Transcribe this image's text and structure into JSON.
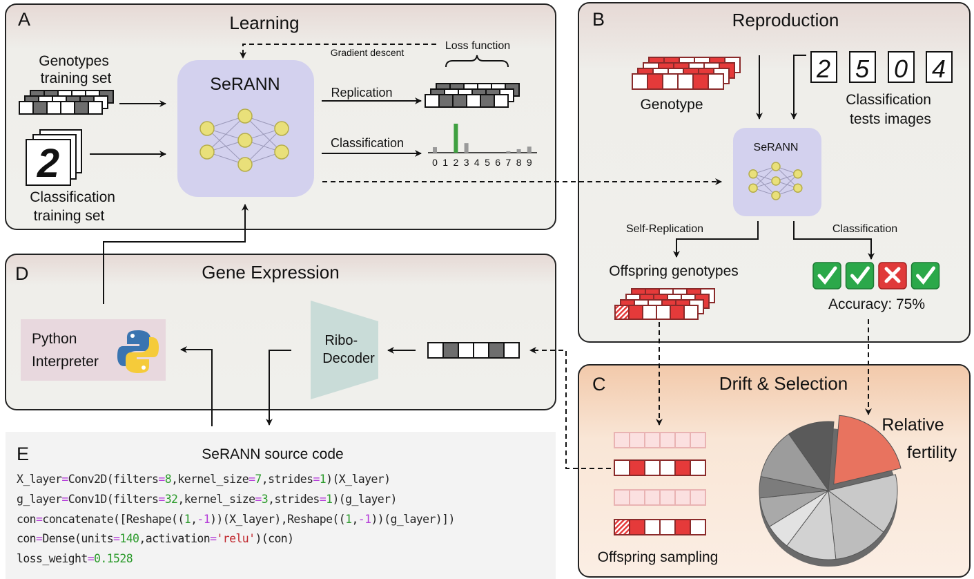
{
  "panels": {
    "A": {
      "letter": "A",
      "title": "Learning",
      "genotypes_label": [
        "Genotypes",
        "training set"
      ],
      "classification_label": [
        "Classification",
        "training set"
      ],
      "digit": "2",
      "network_title": "SeRANN",
      "gradient_descent": "Gradient descent",
      "loss_function": "Loss function",
      "replication": "Replication",
      "classification": "Classification",
      "class_digits": [
        "0",
        "1",
        "2",
        "3",
        "4",
        "5",
        "6",
        "7",
        "8",
        "9"
      ],
      "class_scores": [
        0.19,
        0,
        1.0,
        0.33,
        0,
        0,
        0,
        0.05,
        0.12,
        0.21
      ],
      "predicted_class": "2"
    },
    "B": {
      "letter": "B",
      "title": "Reproduction",
      "genotype_label": "Genotype",
      "test_digits": [
        "2",
        "5",
        "0",
        "4"
      ],
      "tests_label": [
        "Classification",
        "tests images"
      ],
      "network_title": "SeRANN",
      "self_replication": "Self-Replication",
      "classification": "Classification",
      "offspring_label": "Offspring genotypes",
      "results": [
        "correct",
        "correct",
        "wrong",
        "correct"
      ],
      "accuracy": "Accuracy: 75%"
    },
    "C": {
      "letter": "C",
      "title": "Drift & Selection",
      "sampling_label": "Offspring sampling",
      "fertility_label": [
        "Relative",
        "fertility"
      ]
    },
    "D": {
      "letter": "D",
      "title": "Gene Expression",
      "interpreter_label": [
        "Python",
        "Interpreter"
      ],
      "decoder_label": [
        "Ribo-",
        "Decoder"
      ]
    },
    "E": {
      "letter": "E",
      "title": "SeRANN source code",
      "code_lines": [
        [
          [
            "X_layer",
            "plain"
          ],
          [
            "=",
            "op"
          ],
          [
            "Conv2D(filters",
            "plain"
          ],
          [
            "=",
            "op"
          ],
          [
            "8",
            "num"
          ],
          [
            ",kernel_size",
            "plain"
          ],
          [
            "=",
            "op"
          ],
          [
            "7",
            "num"
          ],
          [
            ",strides",
            "plain"
          ],
          [
            "=",
            "op"
          ],
          [
            "1",
            "num"
          ],
          [
            ")(X_layer)",
            "plain"
          ]
        ],
        [
          [
            "g_layer",
            "plain"
          ],
          [
            "=",
            "op"
          ],
          [
            "Conv1D(filters",
            "plain"
          ],
          [
            "=",
            "op"
          ],
          [
            "32",
            "num"
          ],
          [
            ",kernel_size",
            "plain"
          ],
          [
            "=",
            "op"
          ],
          [
            "3",
            "num"
          ],
          [
            ",strides",
            "plain"
          ],
          [
            "=",
            "op"
          ],
          [
            "1",
            "num"
          ],
          [
            ")(g_layer)",
            "plain"
          ]
        ],
        [
          [
            "con",
            "plain"
          ],
          [
            "=",
            "op"
          ],
          [
            "concatenate([Reshape((",
            "plain"
          ],
          [
            "1",
            "num"
          ],
          [
            ",",
            "plain"
          ],
          [
            "-1",
            "op"
          ],
          [
            "))(X_layer),Reshape((",
            "plain"
          ],
          [
            "1",
            "num"
          ],
          [
            ",",
            "plain"
          ],
          [
            "-1",
            "op"
          ],
          [
            "))(g_layer)])",
            "plain"
          ]
        ],
        [
          [
            "con",
            "plain"
          ],
          [
            "=",
            "op"
          ],
          [
            "Dense(units",
            "plain"
          ],
          [
            "=",
            "op"
          ],
          [
            "140",
            "num"
          ],
          [
            ",activation",
            "plain"
          ],
          [
            "=",
            "op"
          ],
          [
            "'relu'",
            "str"
          ],
          [
            ")(con)",
            "plain"
          ]
        ],
        [
          [
            "loss_weight",
            "plain"
          ],
          [
            "=",
            "op"
          ],
          [
            "0.1528",
            "num"
          ]
        ]
      ]
    }
  },
  "pie_slices": [
    {
      "share": 0.2,
      "color": "#e8735f",
      "exploded": true
    },
    {
      "share": 0.14,
      "color": "#c9c9c9"
    },
    {
      "share": 0.13,
      "color": "#bdbdbd"
    },
    {
      "share": 0.12,
      "color": "#d2d2d2"
    },
    {
      "share": 0.06,
      "color": "#e2e2e2"
    },
    {
      "share": 0.07,
      "color": "#a9a9a9"
    },
    {
      "share": 0.05,
      "color": "#7c7c7c"
    },
    {
      "share": 0.12,
      "color": "#9c9c9c"
    },
    {
      "share": 0.11,
      "color": "#5a5a5a"
    }
  ],
  "colors": {
    "network_box": "#d3d1ee",
    "node": "#e9e07a",
    "gene_red": "#e53a3a",
    "gene_gray": "#6e6e6e",
    "check_green": "#2ba84a",
    "cross_red": "#e03a3a",
    "drift_panel": "#f4d2b8",
    "decoder": "#c9dcd8",
    "interpreter": "#e8d8de"
  }
}
